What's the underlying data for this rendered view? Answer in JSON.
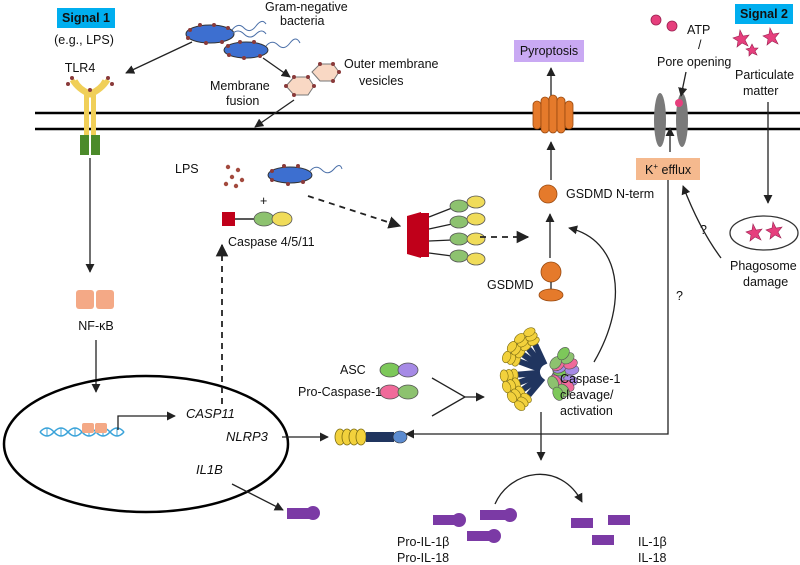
{
  "signal1": {
    "title": "Signal 1",
    "example": "(e.g., LPS)"
  },
  "signal2": {
    "title": "Signal 2"
  },
  "bacteria_label": [
    "Gram-negative",
    "bacteria"
  ],
  "omv_label": [
    "Outer membrane",
    "vesicles"
  ],
  "fusion_label": [
    "Membrane",
    "fusion"
  ],
  "tlr4_label": "TLR4",
  "nfkb_label": "NF-κB",
  "lps_label": "LPS",
  "plus_sign": "+",
  "caspase_label": "Caspase 4/5/11",
  "pyroptosis_label": "Pyroptosis",
  "gsdmd_nterm_label": "GSDMD N-term",
  "gsdmd_label": "GSDMD",
  "atp_label": "ATP",
  "slash": "/",
  "pore_opening_label": "Pore opening",
  "particulate_label": [
    "Particulate",
    "matter"
  ],
  "k_efflux": {
    "k": "K",
    "sup": "+",
    "rest": " efflux"
  },
  "question_marks": [
    "?",
    "?"
  ],
  "phagosome_label": [
    "Phagosome",
    "damage"
  ],
  "asc_label": "ASC",
  "procasp1_label": "Pro-Caspase-1",
  "caspase1_label": [
    "Caspase-1",
    "cleavage/",
    "activation"
  ],
  "genes": [
    "CASP11",
    "NLRP3",
    "IL1B"
  ],
  "pro_il_labels": [
    "Pro-IL-1β",
    "Pro-IL-18"
  ],
  "il_labels": [
    "IL-1β",
    "IL-18"
  ],
  "colors": {
    "signal_box": "#00aeef",
    "pyroptosis_box": "#c9a9f3",
    "k_efflux_box": "#f5b98e",
    "bacteria": "#3d6fd0",
    "membrane_dot": "#8a3a3a",
    "tlr4": "#f0cf58",
    "tlr4_stem": "#4c8a2a",
    "nfkb": "#f4a986",
    "pore": "#e57a2b",
    "gsdmd": "#e57a2b",
    "lps_dot": "#a34a3e",
    "red_anchor": "#c0001a",
    "green": "#8dc26f",
    "yellow": "#f0dc5a",
    "asc_green": "#7dc85a",
    "asc_purple": "#a68ae6",
    "pink": "#f06a9a",
    "nlrp3_yellow": "#f2d13c",
    "nlrp3_navy": "#20355f",
    "il_purple": "#7b3aa5",
    "atp": "#e63f7d",
    "channel": "#7a7a7a",
    "dna_blue": "#3aa3d9"
  }
}
